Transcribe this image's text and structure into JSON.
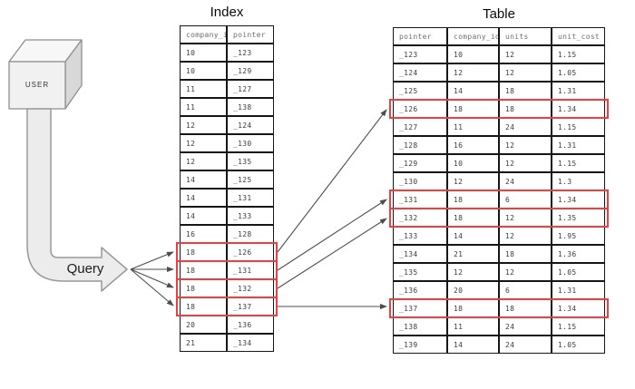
{
  "diagram": {
    "index_title": "Index",
    "table_title": "Table",
    "user_label": "USER",
    "query_label": "Query"
  },
  "index_table": {
    "headers": [
      "company_id",
      "pointer"
    ],
    "rows": [
      {
        "cells": [
          "10",
          "_123"
        ],
        "hl": false
      },
      {
        "cells": [
          "10",
          "_129"
        ],
        "hl": false
      },
      {
        "cells": [
          "11",
          "_127"
        ],
        "hl": false
      },
      {
        "cells": [
          "11",
          "_138"
        ],
        "hl": false
      },
      {
        "cells": [
          "12",
          "_124"
        ],
        "hl": false
      },
      {
        "cells": [
          "12",
          "_130"
        ],
        "hl": false
      },
      {
        "cells": [
          "12",
          "_135"
        ],
        "hl": false
      },
      {
        "cells": [
          "14",
          "_125"
        ],
        "hl": false
      },
      {
        "cells": [
          "14",
          "_131"
        ],
        "hl": false
      },
      {
        "cells": [
          "14",
          "_133"
        ],
        "hl": false
      },
      {
        "cells": [
          "16",
          "_128"
        ],
        "hl": false
      },
      {
        "cells": [
          "18",
          "_126"
        ],
        "hl": true
      },
      {
        "cells": [
          "18",
          "_131"
        ],
        "hl": true
      },
      {
        "cells": [
          "18",
          "_132"
        ],
        "hl": true
      },
      {
        "cells": [
          "18",
          "_137"
        ],
        "hl": true
      },
      {
        "cells": [
          "20",
          "_136"
        ],
        "hl": false
      },
      {
        "cells": [
          "21",
          "_134"
        ],
        "hl": false
      }
    ]
  },
  "main_table": {
    "headers": [
      "pointer",
      "company_id",
      "units",
      "unit_cost"
    ],
    "rows": [
      {
        "cells": [
          "_123",
          "10",
          "12",
          "1.15"
        ],
        "hl": false
      },
      {
        "cells": [
          "_124",
          "12",
          "12",
          "1.05"
        ],
        "hl": false
      },
      {
        "cells": [
          "_125",
          "14",
          "18",
          "1.31"
        ],
        "hl": false
      },
      {
        "cells": [
          "_126",
          "18",
          "18",
          "1.34"
        ],
        "hl": true
      },
      {
        "cells": [
          "_127",
          "11",
          "24",
          "1.15"
        ],
        "hl": false
      },
      {
        "cells": [
          "_128",
          "16",
          "12",
          "1.31"
        ],
        "hl": false
      },
      {
        "cells": [
          "_129",
          "10",
          "12",
          "1.15"
        ],
        "hl": false
      },
      {
        "cells": [
          "_130",
          "12",
          "24",
          "1.3"
        ],
        "hl": false
      },
      {
        "cells": [
          "_131",
          "18",
          "6",
          "1.34"
        ],
        "hl": true
      },
      {
        "cells": [
          "_132",
          "18",
          "12",
          "1.35"
        ],
        "hl": true
      },
      {
        "cells": [
          "_133",
          "14",
          "12",
          "1.95"
        ],
        "hl": false
      },
      {
        "cells": [
          "_134",
          "21",
          "18",
          "1.36"
        ],
        "hl": false
      },
      {
        "cells": [
          "_135",
          "12",
          "12",
          "1.05"
        ],
        "hl": false
      },
      {
        "cells": [
          "_136",
          "20",
          "6",
          "1.31"
        ],
        "hl": false
      },
      {
        "cells": [
          "_137",
          "18",
          "18",
          "1.34"
        ],
        "hl": true
      },
      {
        "cells": [
          "_138",
          "11",
          "24",
          "1.15"
        ],
        "hl": false
      },
      {
        "cells": [
          "_139",
          "14",
          "24",
          "1.05"
        ],
        "hl": false
      }
    ]
  },
  "colors": {
    "highlight": "#f53b3b",
    "line": "#4d4d4d",
    "table_border": "#161616",
    "shape_fill": "#ececec",
    "shape_stroke": "#999999"
  }
}
